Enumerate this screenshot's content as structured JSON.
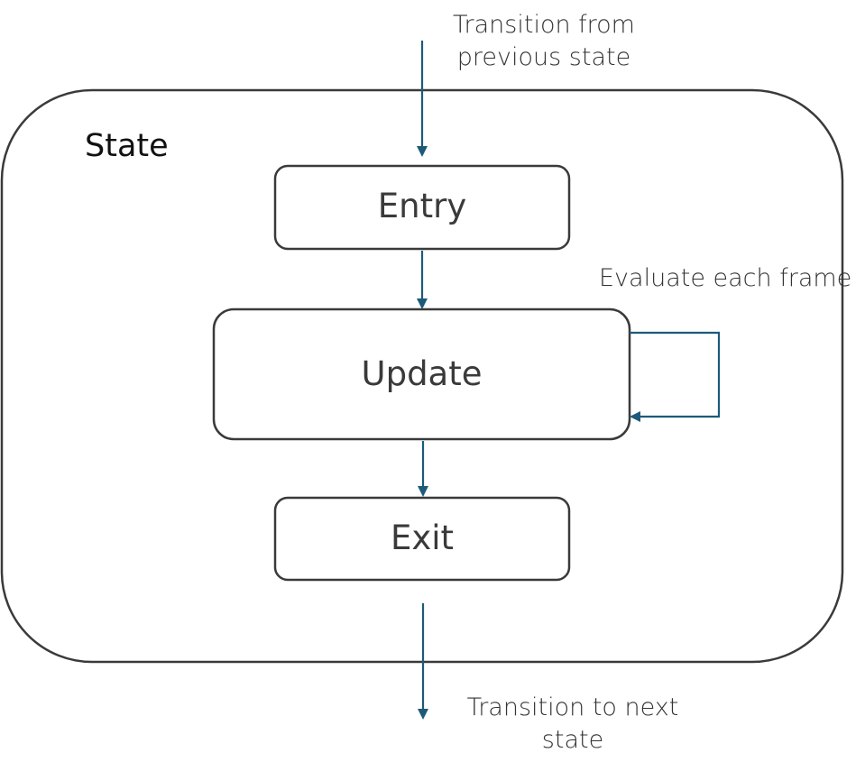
{
  "diagram": {
    "container_label": "State",
    "steps": {
      "entry": "Entry",
      "update": "Update",
      "exit": "Exit"
    },
    "annotations": {
      "incoming_line1": "Transition from",
      "incoming_line2": "previous state",
      "loop": "Evaluate each frame",
      "outgoing_line1": "Transition to next",
      "outgoing_line2": "state"
    },
    "colors": {
      "arrow": "#1d5a7a",
      "box_border": "#3a3a3a",
      "text": "#333333"
    }
  }
}
